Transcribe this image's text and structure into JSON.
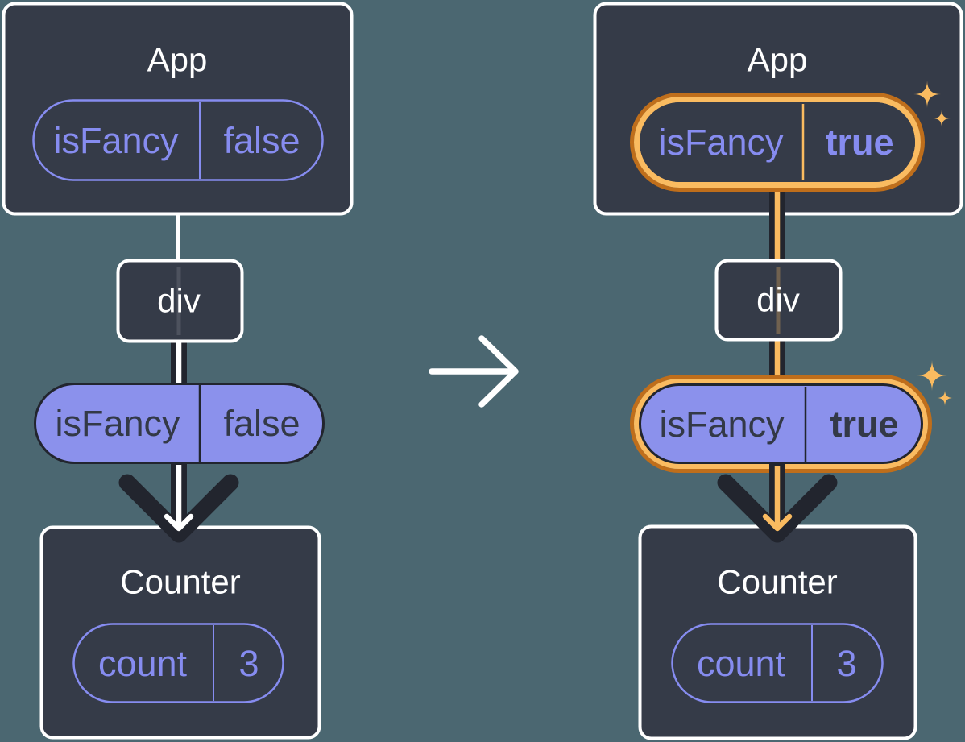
{
  "colors": {
    "background": "#4B6771",
    "panel": "#353B48",
    "panel_border": "#FFFFFF",
    "purple": "#868CF0",
    "lavender": "#8B91EC",
    "ink": "#22252E",
    "pill_text_dark": "#333947",
    "orange": "#FABB60",
    "orange_dark": "#BF6E1B",
    "white": "#FFFFFF"
  },
  "icons": {
    "transition": "arrow-right",
    "highlight": "sparkles"
  },
  "before": {
    "app_title": "App",
    "app_prop": {
      "name": "isFancy",
      "value": "false"
    },
    "div_label": "div",
    "passed_prop": {
      "name": "isFancy",
      "value": "false"
    },
    "counter_title": "Counter",
    "counter_state": {
      "name": "count",
      "value": "3"
    }
  },
  "after": {
    "app_title": "App",
    "app_prop": {
      "name": "isFancy",
      "value": "true"
    },
    "div_label": "div",
    "passed_prop": {
      "name": "isFancy",
      "value": "true"
    },
    "counter_title": "Counter",
    "counter_state": {
      "name": "count",
      "value": "3"
    }
  }
}
